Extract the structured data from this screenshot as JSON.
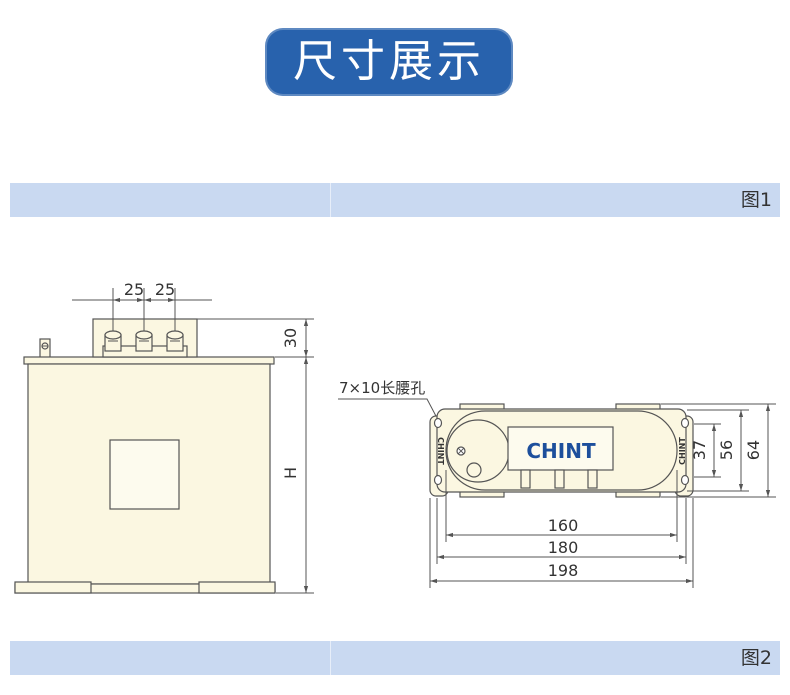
{
  "header": {
    "title": "尺寸展示"
  },
  "sections": [
    {
      "label": "图1"
    },
    {
      "label": "图2"
    }
  ],
  "front_view": {
    "dim_terminal_pitch_left": "25",
    "dim_terminal_pitch_right": "25",
    "dim_terminal_height": "30",
    "dim_body_height": "H"
  },
  "top_view": {
    "slot_label": "7×10长腰孔",
    "logo": "CHINT",
    "side_mark_left": "CHINT",
    "side_mark_right": "CHINT",
    "dim_37": "37",
    "dim_56": "56",
    "dim_64": "64",
    "dim_160": "160",
    "dim_180": "180",
    "dim_198": "198"
  },
  "colors": {
    "badge_bg": "#2862ad",
    "bar_bg": "#c9d9f1",
    "cream": "#fbf7e1",
    "logo_blue": "#1d4f9c",
    "line": "#555555"
  },
  "icons": {
    "ground_terminal": "ground-stud-icon",
    "bolt": "bolt-cross-icon"
  }
}
